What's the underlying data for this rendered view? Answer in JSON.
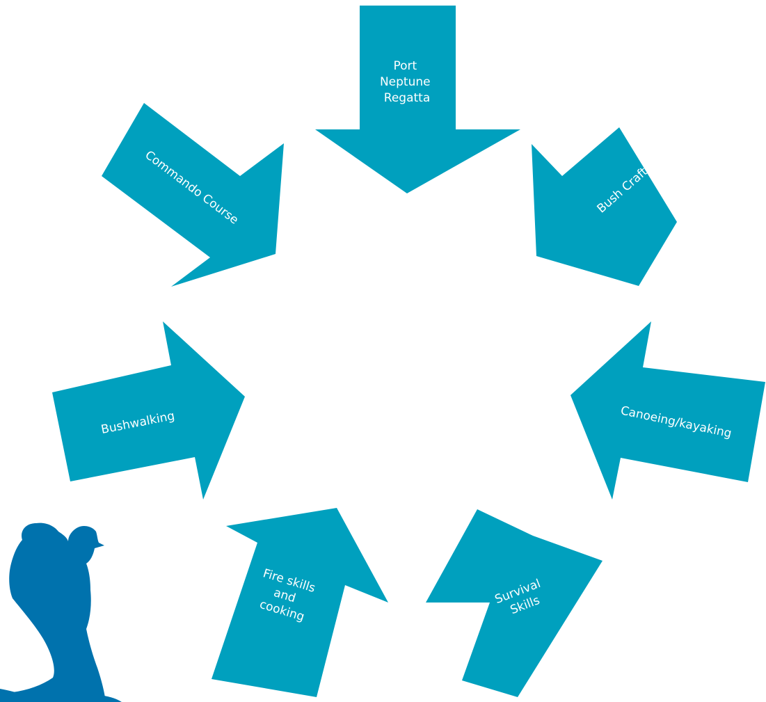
{
  "diagram": {
    "colors": {
      "arrow": "#00a0be",
      "label": "#ffffff",
      "hiker": "#0072ad",
      "background": "#ffffff"
    },
    "arrows": [
      {
        "id": "port-neptune-regatta",
        "label_lines": [
          "Port",
          "Neptune",
          "Regatta"
        ]
      },
      {
        "id": "bush-craft",
        "label_lines": [
          "Bush Craft"
        ]
      },
      {
        "id": "canoeing-kayaking",
        "label_lines": [
          "Canoeing/kayaking"
        ]
      },
      {
        "id": "survival-skills",
        "label_lines": [
          "Survival",
          "Skills"
        ]
      },
      {
        "id": "fire-skills-and-cooking",
        "label_lines": [
          "Fire skills",
          "and",
          "cooking"
        ]
      },
      {
        "id": "bushwalking",
        "label_lines": [
          "Bushwalking"
        ]
      },
      {
        "id": "commando-course",
        "label_lines": [
          "Commando Course"
        ]
      }
    ],
    "decoration": {
      "icon": "hiker-with-backpack-icon"
    }
  }
}
